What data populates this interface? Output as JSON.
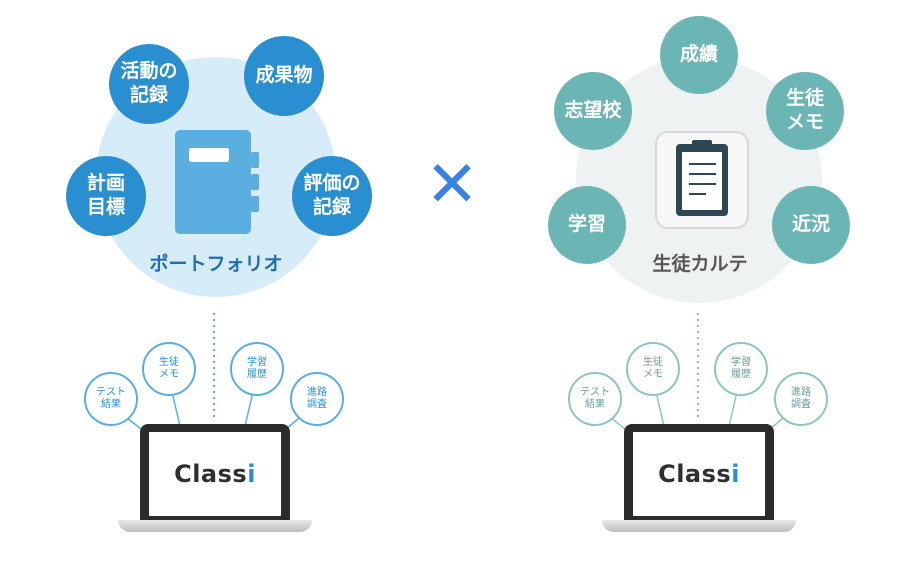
{
  "left": {
    "caption": "ポートフォリオ",
    "nodes": [
      "活動の\n記録",
      "成果物",
      "計画\n目標",
      "評価の\n記録"
    ],
    "laptop_tags": [
      "テスト\n結果",
      "生徒\nメモ",
      "学習\n履歴",
      "進路\n調査"
    ],
    "logo": "Class"
  },
  "cross_symbol": "✕",
  "right": {
    "caption": "生徒カルテ",
    "nodes": [
      "成績",
      "志望校",
      "生徒\nメモ",
      "学習",
      "近況"
    ],
    "laptop_tags": [
      "テスト\n結果",
      "生徒\nメモ",
      "学習\n履歴",
      "進路\n調査"
    ],
    "logo": "Class"
  },
  "colors": {
    "left_big": "#d6ecf8",
    "left_node": "#2a8fd0",
    "left_tag": "#5aaee0",
    "right_big": "#eef2f2",
    "right_node": "#6cb5b5",
    "right_tag": "#8fc4c4",
    "cross": "#3a82e0",
    "logo_accent": "#2a8fd0"
  }
}
